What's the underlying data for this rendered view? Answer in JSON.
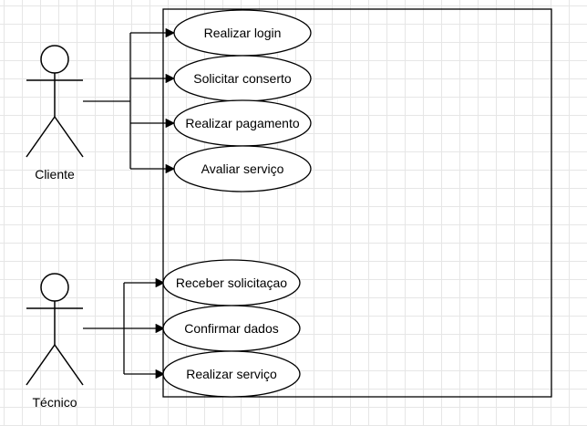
{
  "diagram": {
    "actors": [
      {
        "id": "cliente",
        "label": "Cliente"
      },
      {
        "id": "tecnico",
        "label": "Técnico"
      }
    ],
    "use_cases": [
      {
        "id": "uc1",
        "label": "Realizar login",
        "actor": "cliente"
      },
      {
        "id": "uc2",
        "label": "Solicitar conserto",
        "actor": "cliente"
      },
      {
        "id": "uc3",
        "label": "Realizar pagamento",
        "actor": "cliente"
      },
      {
        "id": "uc4",
        "label": "Avaliar serviço",
        "actor": "cliente"
      },
      {
        "id": "uc5",
        "label": "Receber solicitaçao",
        "actor": "tecnico"
      },
      {
        "id": "uc6",
        "label": "Confirmar dados",
        "actor": "tecnico"
      },
      {
        "id": "uc7",
        "label": "Realizar serviço",
        "actor": "tecnico"
      }
    ]
  }
}
